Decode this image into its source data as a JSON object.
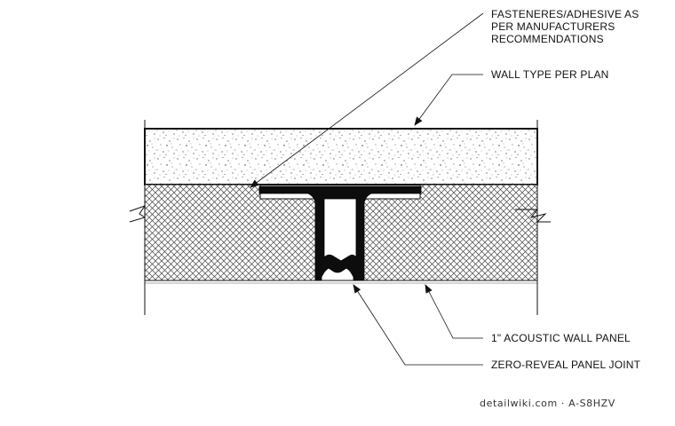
{
  "callouts": {
    "fasteners": [
      "FASTENERES/ADHESIVE AS",
      "PER MANUFACTURERS",
      "RECOMMENDATIONS"
    ],
    "wall_type": "WALL TYPE PER PLAN",
    "acoustic_panel": "1\" ACOUSTIC WALL PANEL",
    "panel_joint": "ZERO-REVEAL PANEL JOINT"
  },
  "footer": {
    "site": "detailwiki.com",
    "separator": "·",
    "code": "A-S8HZV"
  }
}
